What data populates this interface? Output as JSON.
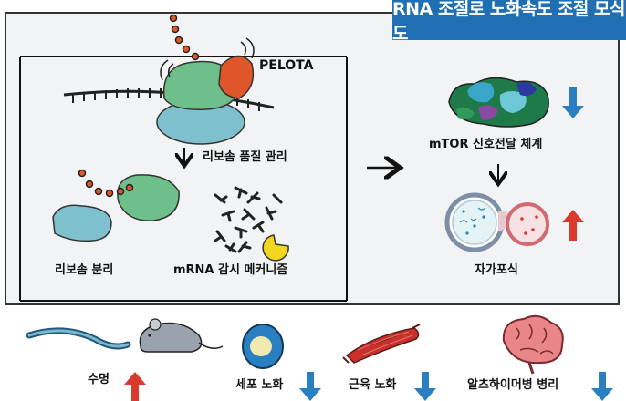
{
  "title": "RNA 조절로 노화속도 조절 모식도",
  "labels": {
    "pelota": "PELOTA",
    "ribosome_qc": "리보솜 품질 관리",
    "ribosome_separation": "리보솜 분리",
    "mrna_surveillance": "mRNA 감시 메커니즘",
    "mtor_signaling": "mTOR 신호전달 체계",
    "autophagy": "자가포식"
  },
  "outcomes": [
    {
      "label": "수명",
      "direction": "up"
    },
    {
      "label": "세포 노화",
      "direction": "down"
    },
    {
      "label": "근육 노화",
      "direction": "down"
    },
    {
      "label": "알츠하이머병 병리",
      "direction": "down"
    }
  ],
  "colors": {
    "banner": "#1f6fb2",
    "panel_bg": "#f1f3f4",
    "arrow_up": "#d93a2e",
    "arrow_down": "#2a7fc1",
    "ribosome_green": "#6fbf8a",
    "ribosome_blue": "#7fc0cf",
    "pelota_orange": "#e0562b"
  }
}
